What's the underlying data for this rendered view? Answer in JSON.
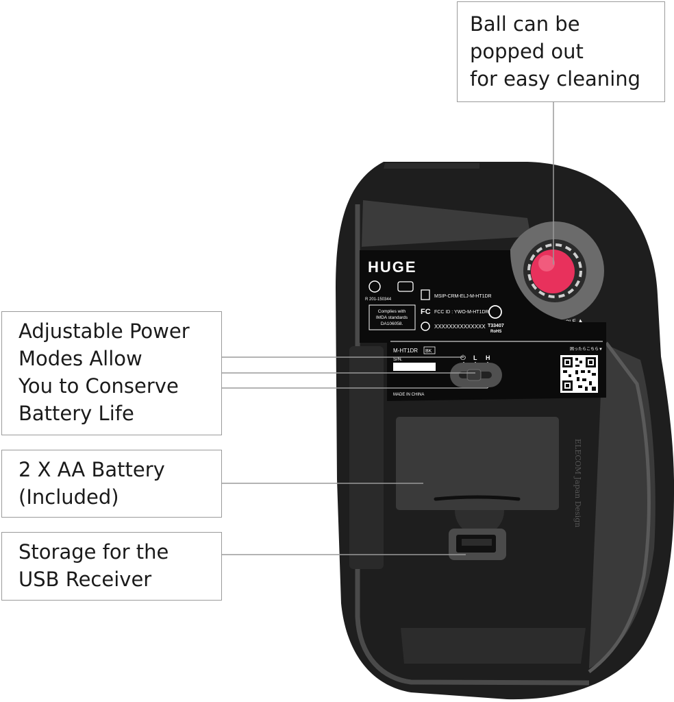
{
  "callouts": {
    "ball": "Ball can be\npopped out\nfor easy cleaning",
    "power": "Adjustable Power\nModes Allow\nYou to Conserve\nBattery Life",
    "battery": "2 X AA Battery\n(Included)",
    "usb": "Storage for the\nUSB Receiver"
  },
  "label": {
    "brand": "HUGE",
    "cert_code": "R 201-150344",
    "imda": "Complies with\nIMDA standards\nDA106058.",
    "msip": "MSIP-CRM-ELJ-M-HT1DR",
    "fcc": "FCC ID : YWO-M-HT1DR",
    "serial_x": "XXXXXXXXXXXXXX",
    "t_code": "T33407",
    "rohs": "RoHS",
    "model": "M-HT1DR",
    "color_code": "BK",
    "sn": "S/N.",
    "made_in": "MADE IN CHINA",
    "qr_caption": "困ったらこちら▼",
    "switch_l": "L",
    "switch_h": "H"
  },
  "remove_hole": "REMOVE HOLE ▲",
  "side_text": "ELECOM Japan Design",
  "colors": {
    "body": "#1e1e1e",
    "panel": "#3a3a3a",
    "ball": "#e8315c",
    "rim": "#6b6b6b",
    "leader": "#9a9a9a"
  }
}
